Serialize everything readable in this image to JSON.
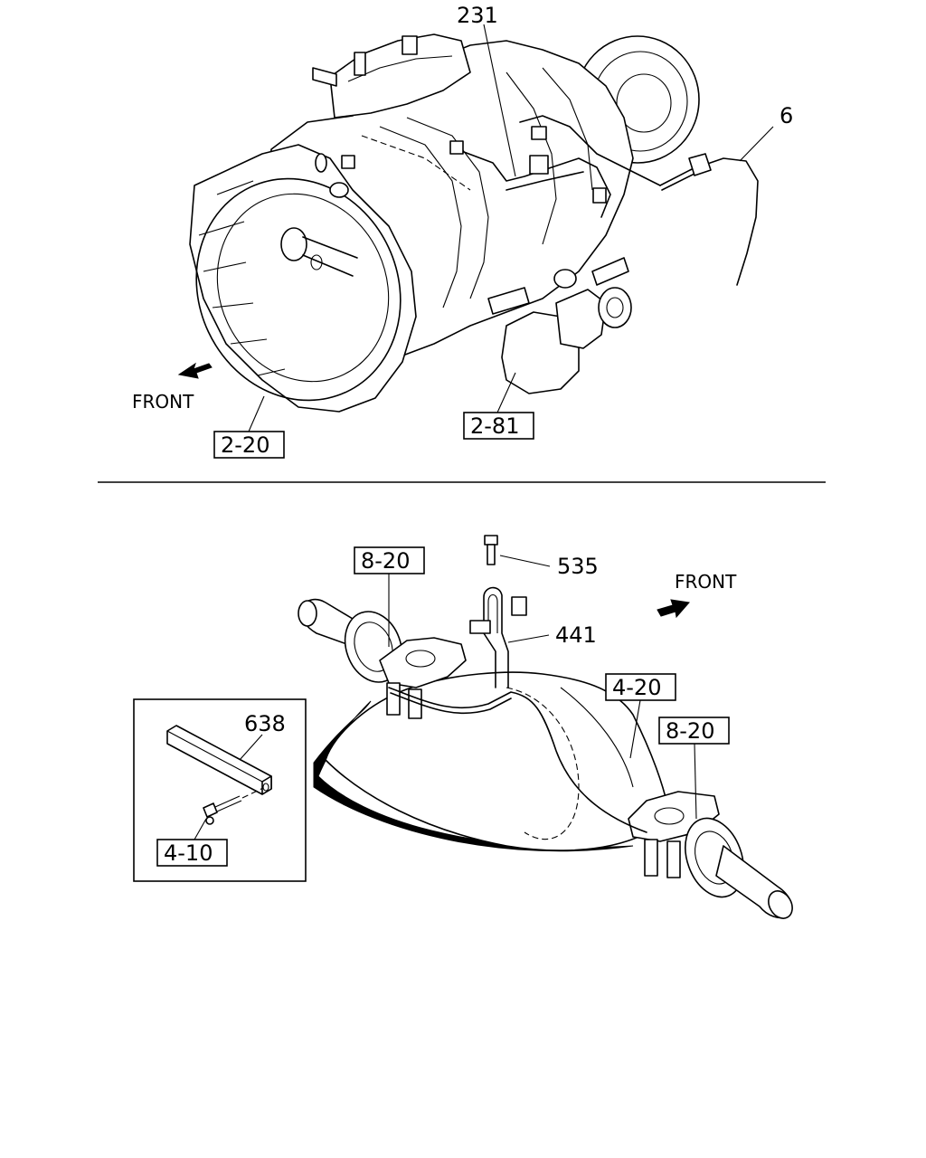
{
  "upper_view": {
    "front_label": "FRONT",
    "callouts": {
      "c231": "231",
      "c6": "6"
    },
    "ref_boxes": {
      "r2_20": "2-20",
      "r2_81": "2-81"
    }
  },
  "lower_view": {
    "front_label": "FRONT",
    "callouts": {
      "c535": "535",
      "c441": "441",
      "c638": "638"
    },
    "ref_boxes": {
      "r8_20_left": "8-20",
      "r4_20": "4-20",
      "r8_20_right": "8-20",
      "r4_10": "4-10"
    }
  }
}
